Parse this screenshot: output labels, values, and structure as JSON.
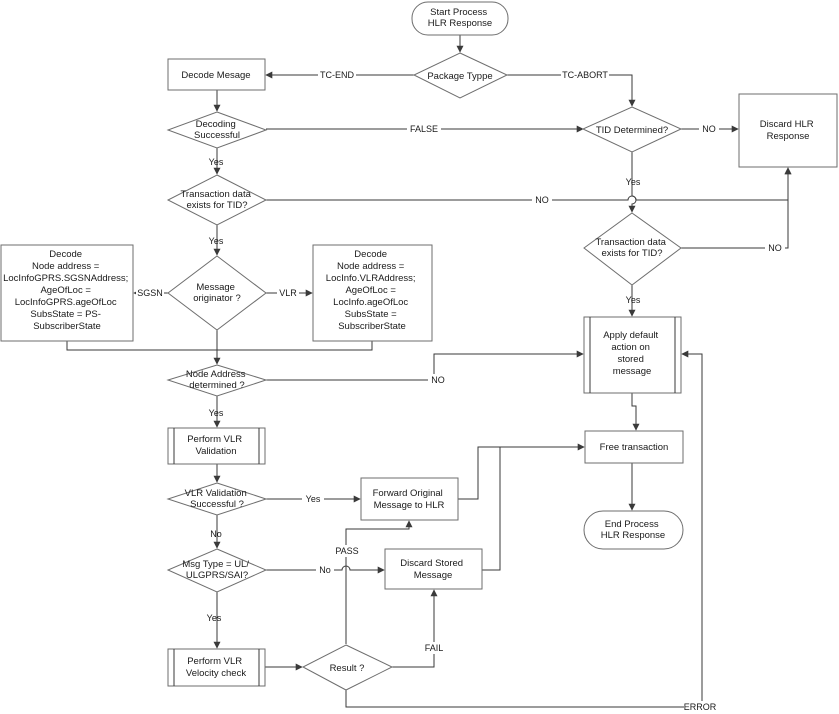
{
  "nodes": {
    "start": [
      "Start Process",
      "HLR Response"
    ],
    "package_type": [
      "Package Typpe"
    ],
    "decode_message": [
      "Decode Mesage"
    ],
    "decoding_successful": [
      "Decoding",
      "Successful"
    ],
    "tid_determined": [
      "TID Determined?"
    ],
    "discard_hlr": [
      "Discard HLR",
      "Response"
    ],
    "tx_data_left": [
      "Transaction data",
      "exists for TID?"
    ],
    "tx_data_right": [
      "Transaction data",
      "exists for TID?"
    ],
    "message_originator": [
      "Message",
      "originator ?"
    ],
    "decode_sgsn": [
      "Decode",
      "Node address =",
      "LocInfoGPRS.SGSNAddress;",
      "AgeOfLoc =",
      "LocInfoGPRS.ageOfLoc",
      "SubsState = PS-",
      "SubscriberState"
    ],
    "decode_vlr": [
      "Decode",
      "Node address =",
      "LocInfo.VLRAddress;",
      "AgeOfLoc =",
      "LocInfo.ageOfLoc",
      "SubsState =",
      "SubscriberState"
    ],
    "apply_default": [
      "Apply default",
      "action on",
      "stored",
      "message"
    ],
    "node_address": [
      "Node Address",
      "determined ?"
    ],
    "perform_vlr_validation": [
      "Perform VLR",
      "Validation"
    ],
    "free_transaction": [
      "Free transaction"
    ],
    "vlr_validation_ok": [
      "VLR Validation",
      "Successful ?"
    ],
    "forward_original": [
      "Forward Original",
      "Message to HLR"
    ],
    "end": [
      "End Process",
      "HLR Response"
    ],
    "msg_type": [
      "Msg Type = UL/",
      "ULGPRS/SAI?"
    ],
    "discard_stored": [
      "Discard Stored",
      "Message"
    ],
    "perform_velocity": [
      "Perform VLR",
      "Velocity check"
    ],
    "result": [
      "Result ?"
    ]
  },
  "edge_labels": {
    "tc_end": "TC-END",
    "tc_abort": "TC-ABORT",
    "false": "FALSE",
    "no_tid": "NO",
    "yes_decoding": "Yes",
    "yes_tid": "Yes",
    "no_tx_left": "NO",
    "no_tx_right": "NO",
    "yes_tx_left": "Yes",
    "yes_tx_right": "Yes",
    "sgsn": "SGSN",
    "vlr": "VLR",
    "no_node_address": "NO",
    "yes_node_address": "Yes",
    "yes_vlr_validation": "Yes",
    "no_vlr_validation": "No",
    "no_msg_type": "No",
    "yes_msg_type": "Yes",
    "pass": "PASS",
    "fail": "FAIL",
    "error": "ERROR"
  }
}
